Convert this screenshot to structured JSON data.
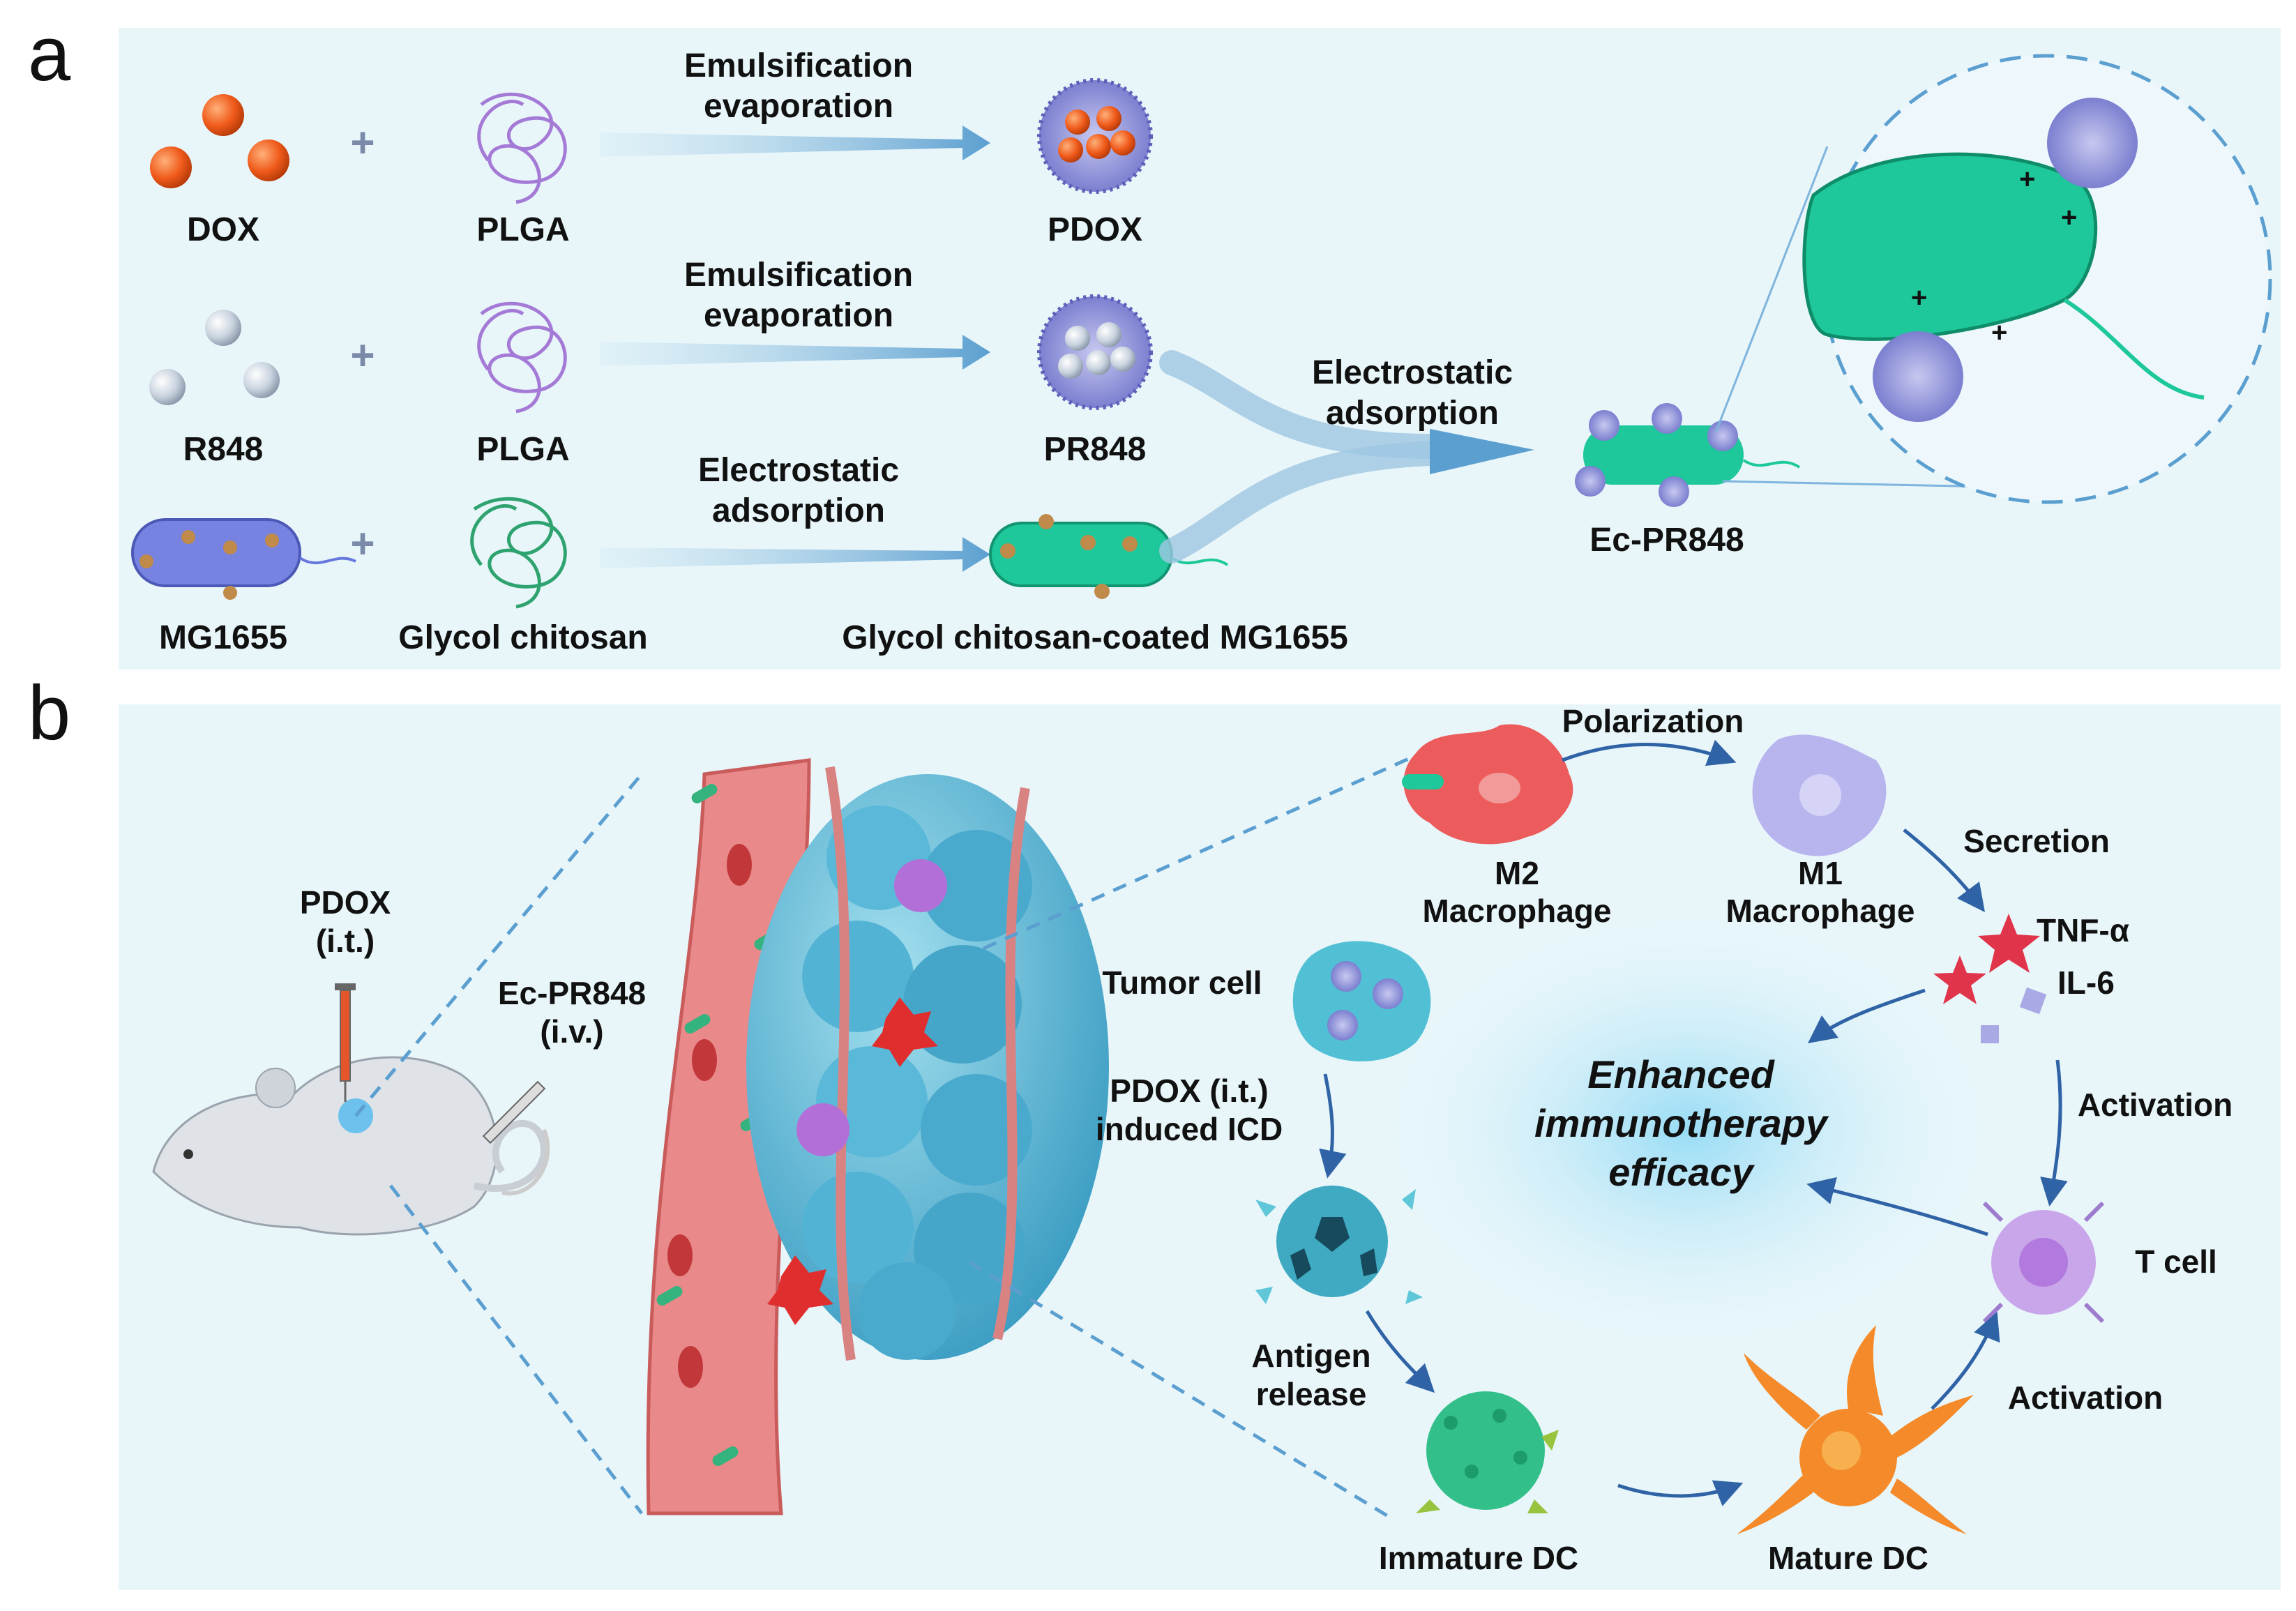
{
  "panel_a": {
    "letter": "a",
    "rows": [
      {
        "reagent": "DOX",
        "polymer": "PLGA",
        "process_line1": "Emulsification",
        "process_line2": "evaporation",
        "product": "PDOX"
      },
      {
        "reagent": "R848",
        "polymer": "PLGA",
        "process_line1": "Emulsification",
        "process_line2": "evaporation",
        "product": "PR848"
      },
      {
        "reagent": "MG1655",
        "polymer": "Glycol chitosan",
        "process_line1": "Electrostatic",
        "process_line2": "adsorption",
        "product": "Glycol chitosan-coated MG1655"
      }
    ],
    "plus_sign": "+",
    "merge_line1": "Electrostatic",
    "merge_line2": "adsorption",
    "final_product": "Ec-PR848"
  },
  "panel_b": {
    "letter": "b",
    "pdox_injection_line1": "PDOX",
    "pdox_injection_line2": "(i.t.)",
    "ec_injection_line1": "Ec-PR848",
    "ec_injection_line2": "(i.v.)",
    "polarization": "Polarization",
    "m2_line1": "M2",
    "m2_line2": "Macrophage",
    "m1_line1": "M1",
    "m1_line2": "Macrophage",
    "secretion": "Secretion",
    "tnf": "TNF-α",
    "il6": "IL-6",
    "tumor_cell": "Tumor cell",
    "icd_line1": "PDOX (i.t.)",
    "icd_line2": "induced ICD",
    "center_line1": "Enhanced",
    "center_line2": "immunotherapy",
    "center_line3": "efficacy",
    "activation_top": "Activation",
    "t_cell": "T cell",
    "antigen_line1": "Antigen",
    "antigen_line2": "release",
    "immature_dc": "Immature DC",
    "mature_dc": "Mature DC",
    "activation_bottom": "Activation"
  },
  "colors": {
    "panel_bg": "#e8f6fa",
    "arrow": "#2f63a6",
    "dox": "#ef5a1a",
    "bacteria_coated": "#1ec89a",
    "bacteria_plain": "#6677dd",
    "vessel": "#e57e7e",
    "tumor": "#4fb2d2"
  }
}
